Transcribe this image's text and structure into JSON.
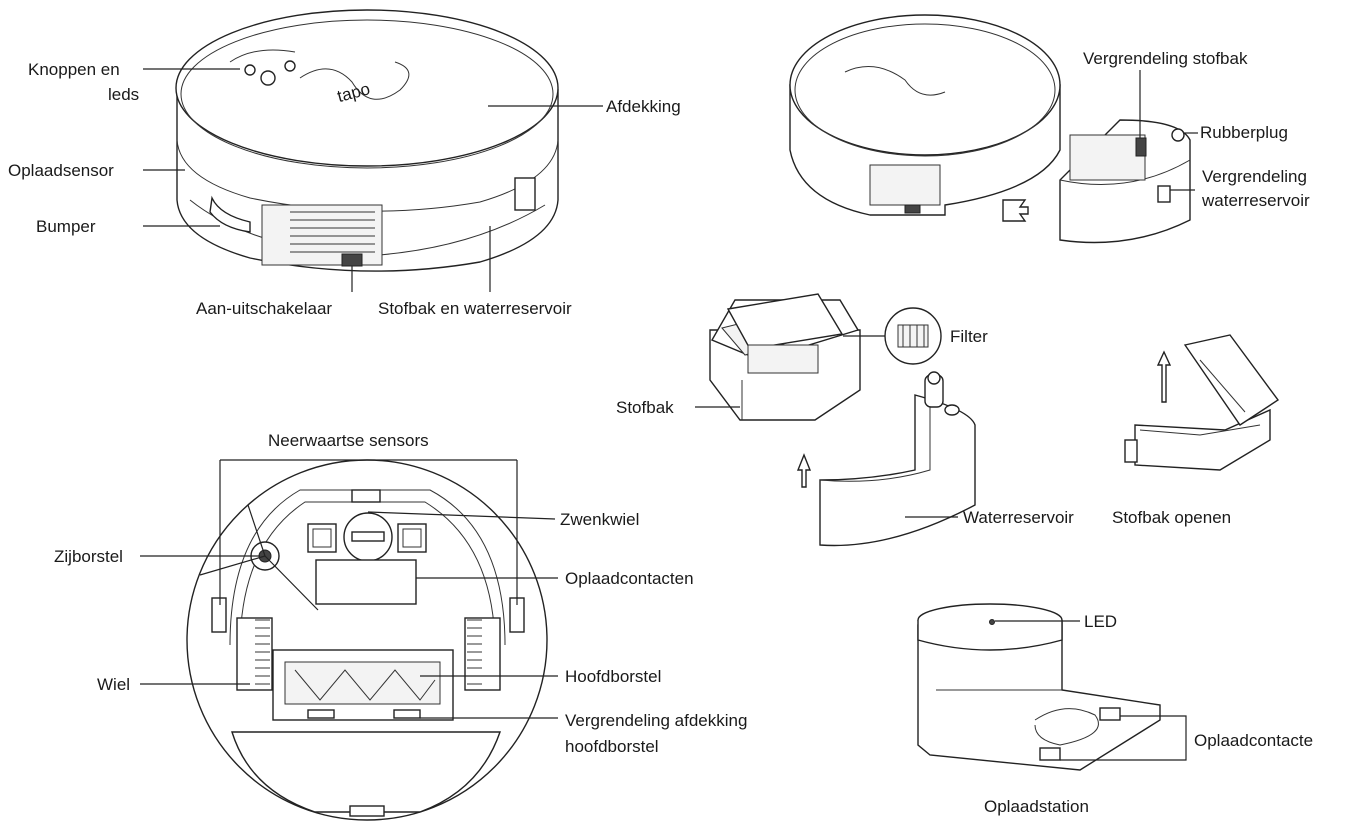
{
  "labels": {
    "buttons_leds_1": "Knoppen en",
    "buttons_leds_2": "leds",
    "cover": "Afdekking",
    "charge_sensor": "Oplaadsensor",
    "bumper": "Bumper",
    "power_switch": "Aan-uitschakelaar",
    "dustbin_tank": "Stofbak en waterreservoir",
    "dustbin_lock": "Vergrendeling stofbak",
    "rubber_plug": "Rubberplug",
    "tank_lock_1": "Vergrendeling",
    "tank_lock_2": "waterreservoir",
    "filter": "Filter",
    "dustbin": "Stofbak",
    "water_tank": "Waterreservoir",
    "open_dustbin": "Stofbak openen",
    "cliff_sensors": "Neerwaartse sensors",
    "swivel_wheel": "Zwenkwiel",
    "side_brush": "Zijborstel",
    "charging_contacts_bottom": "Oplaadcontacten",
    "wheel": "Wiel",
    "main_brush": "Hoofdborstel",
    "brush_cover_lock_1": "Vergrendeling afdekking",
    "brush_cover_lock_2": "hoofdborstel",
    "led": "LED",
    "charging_contacts_dock": "Oplaadcontacte",
    "dock": "Oplaadstation"
  },
  "logo_text": "tapo"
}
